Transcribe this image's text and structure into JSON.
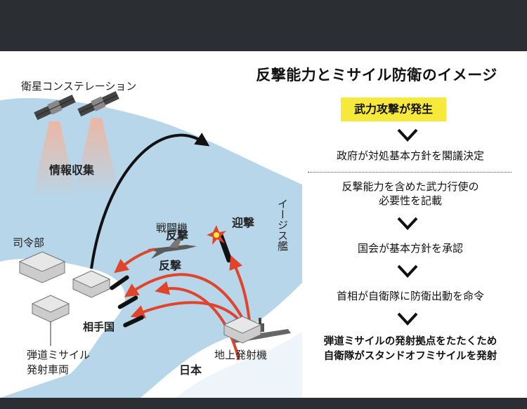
{
  "title": "反撃能力とミサイル防衛のイメージ",
  "flow": {
    "start": "武力攻撃が発生",
    "steps": [
      "政府が対処基本方針を閣議決定",
      "反撃能力を含めた武力行使の",
      "必要性を記載",
      "国会が基本方針を承認",
      "首相が自衛隊に防衛出動を命令",
      "弾道ミサイルの発射拠点をたたくため",
      "自衛隊がスタンドオフミサイルを発射"
    ]
  },
  "map_labels": {
    "satellites": "衛星コンステレーション",
    "intel": "情報収集",
    "fighter": "戦闘機",
    "intercept": "迎撃",
    "counter1": "反撃",
    "counter2": "反撃",
    "hq": "司令部",
    "aegis": "イージス艦",
    "enemy": "相手国",
    "launcher": "弾道ミサイル\n発射車両",
    "launcher_line1": "弾道ミサイル",
    "launcher_line2": "発射車両",
    "ground_launcher": "地上発射機",
    "japan": "日本"
  },
  "colors": {
    "sea": "#b7d6ea",
    "land": "#ffffff",
    "arrow_red": "#e0452b",
    "arrow_black": "#111111",
    "beam": "#f5c9b5",
    "highlight": "#f7e93a"
  }
}
